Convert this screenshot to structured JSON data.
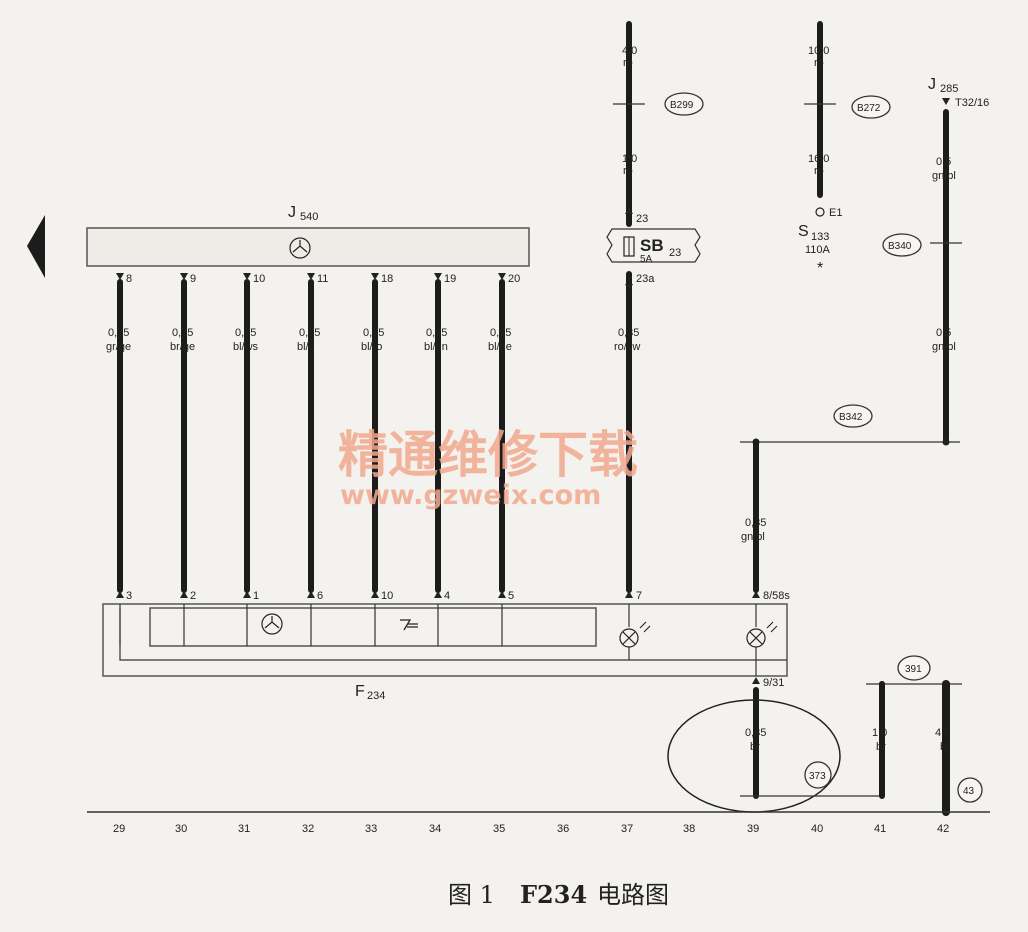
{
  "components": {
    "j540": {
      "name": "J",
      "sub": "540"
    },
    "f234": {
      "name": "F",
      "sub": "234"
    },
    "j285": {
      "name": "J",
      "sub": "285",
      "connector": "T32/16"
    },
    "s133": {
      "name": "S",
      "sub": "133",
      "rating": "110A",
      "mark": "*",
      "terminal": "E1"
    },
    "sb23": {
      "name": "SB",
      "sub": "23",
      "rating": "5A",
      "pin_in": "23",
      "pin_out": "23a"
    },
    "f234_pin_8": "8/58s",
    "f234_pin_9": "9/31"
  },
  "wires": [
    {
      "col": 0,
      "size": "0,35",
      "color": "gr/ge",
      "top_pin": "8",
      "bottom_pin": "3"
    },
    {
      "col": 1,
      "size": "0,35",
      "color": "br/ge",
      "top_pin": "9",
      "bottom_pin": "2"
    },
    {
      "col": 2,
      "size": "0,35",
      "color": "bl/ws",
      "top_pin": "10",
      "bottom_pin": "1"
    },
    {
      "col": 3,
      "size": "0,35",
      "color": "bl/li",
      "top_pin": "11",
      "bottom_pin": "6"
    },
    {
      "col": 4,
      "size": "0,35",
      "color": "bl/ro",
      "top_pin": "18",
      "bottom_pin": "10"
    },
    {
      "col": 5,
      "size": "0,35",
      "color": "bl/gn",
      "top_pin": "19",
      "bottom_pin": "4"
    },
    {
      "col": 6,
      "size": "0,35",
      "color": "bl/ge",
      "top_pin": "20",
      "bottom_pin": "5"
    }
  ],
  "fuse_feed": {
    "upper_size": "4,0",
    "upper_color": "ro",
    "mid_size": "1,0",
    "mid_color": "ro",
    "lower_size": "0,35",
    "lower_color": "ro/sw",
    "bottom_pin": "7"
  },
  "battery_feed": {
    "upper_size": "10,0",
    "upper_color": "ro",
    "lower_size": "16,0",
    "lower_color": "ro"
  },
  "j285_wire": {
    "upper_size": "0,5",
    "upper_color": "gn/bl",
    "lower_size": "0,5",
    "lower_color": "gn/bl"
  },
  "light_wire": {
    "size": "0,35",
    "color": "gn/bl"
  },
  "ground_wires": [
    {
      "size": "0,35",
      "color": "br"
    },
    {
      "size": "1,0",
      "color": "br"
    },
    {
      "size": "4,0",
      "color": "br"
    }
  ],
  "refs": {
    "b299": "B299",
    "b272": "B272",
    "b340": "B340",
    "b342": "B342",
    "r391": "391",
    "r373": "373",
    "r43": "43"
  },
  "tracks": [
    "29",
    "30",
    "31",
    "32",
    "33",
    "34",
    "35",
    "36",
    "37",
    "38",
    "39",
    "40",
    "41",
    "42"
  ],
  "watermark": {
    "line1": "精通维修下载",
    "line2": "www.gzweix.com"
  },
  "caption": {
    "prefix": "图 1",
    "title": "F234",
    "suffix": "电路图"
  }
}
